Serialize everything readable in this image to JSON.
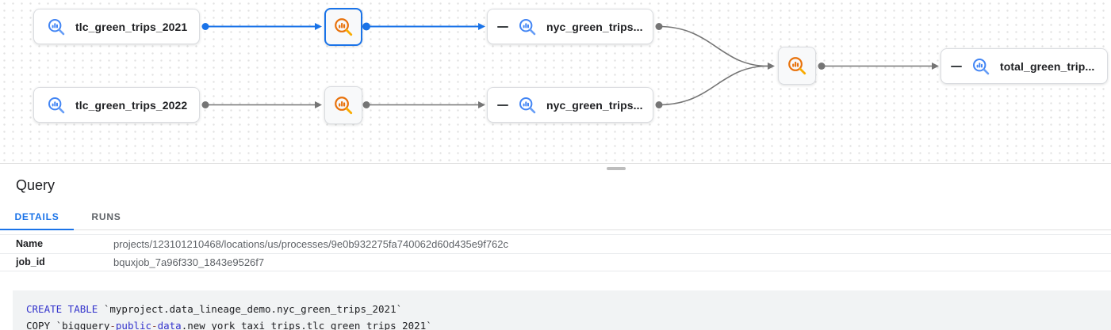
{
  "colors": {
    "accent_blue": "#1a73e8",
    "icon_blue": "#4285f4",
    "icon_orange": "#e8710a",
    "edge_gray": "#757575",
    "keyword_blue": "#3333cc",
    "operator_red": "#8a4a42",
    "code_background": "#f1f3f4"
  },
  "graph": {
    "nodes": [
      {
        "label": "tlc_green_trips_2021",
        "type": "table",
        "icon": "bigquery-table-icon"
      },
      {
        "type": "process",
        "icon": "bigquery-job-icon",
        "selected": true
      },
      {
        "label": "nyc_green_trips...",
        "type": "table",
        "icon": "bigquery-table-icon",
        "collapse_icon": "minus-icon"
      },
      {
        "label": "tlc_green_trips_2022",
        "type": "table",
        "icon": "bigquery-table-icon"
      },
      {
        "type": "process",
        "icon": "bigquery-job-icon",
        "selected": false
      },
      {
        "label": "nyc_green_trips...",
        "type": "table",
        "icon": "bigquery-table-icon",
        "collapse_icon": "minus-icon"
      },
      {
        "type": "process",
        "icon": "bigquery-job-icon",
        "selected": false
      },
      {
        "label": "total_green_trip...",
        "type": "table",
        "icon": "bigquery-table-icon",
        "collapse_icon": "minus-icon"
      }
    ]
  },
  "panel": {
    "title": "Query",
    "tabs": [
      {
        "label": "DETAILS",
        "active": true
      },
      {
        "label": "RUNS",
        "active": false
      }
    ],
    "details": {
      "rows": [
        {
          "key": "Name",
          "value": "projects/123101210468/locations/us/processes/9e0b932275fa740062d60d435e9f762c"
        },
        {
          "key": "job_id",
          "value": "bquxjob_7a96f330_1843e9526f7"
        }
      ]
    },
    "code": {
      "lines": [
        {
          "tokens": [
            {
              "text": "CREATE TABLE",
              "style": "keyword"
            },
            {
              "text": " `myproject.data_lineage_demo.nyc_green_trips_2021`",
              "style": "plain"
            }
          ]
        },
        {
          "tokens": [
            {
              "text": "COPY `bigquery",
              "style": "plain"
            },
            {
              "text": "-",
              "style": "operator"
            },
            {
              "text": "public",
              "style": "keyword"
            },
            {
              "text": "-",
              "style": "operator"
            },
            {
              "text": "data",
              "style": "keyword"
            },
            {
              "text": ".new_york_taxi_trips.tlc_green_trips_2021`",
              "style": "plain"
            }
          ]
        }
      ]
    }
  }
}
